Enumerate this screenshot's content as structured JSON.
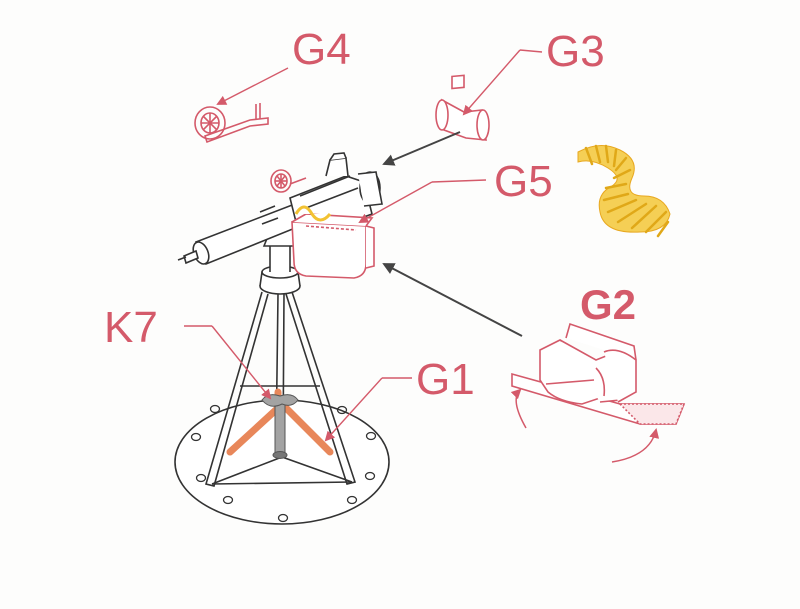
{
  "labels": {
    "g4": "G4",
    "g3": "G3",
    "g5": "G5",
    "g2": "G2",
    "g1": "G1",
    "k7": "K7"
  },
  "colors": {
    "part_line": "#d45a6a",
    "label": "#d45a6a",
    "outline": "#333333",
    "arrow": "#444444",
    "belt": "#f2c232",
    "strap": "#e8875a",
    "grey_part": "#a3a3a3"
  }
}
